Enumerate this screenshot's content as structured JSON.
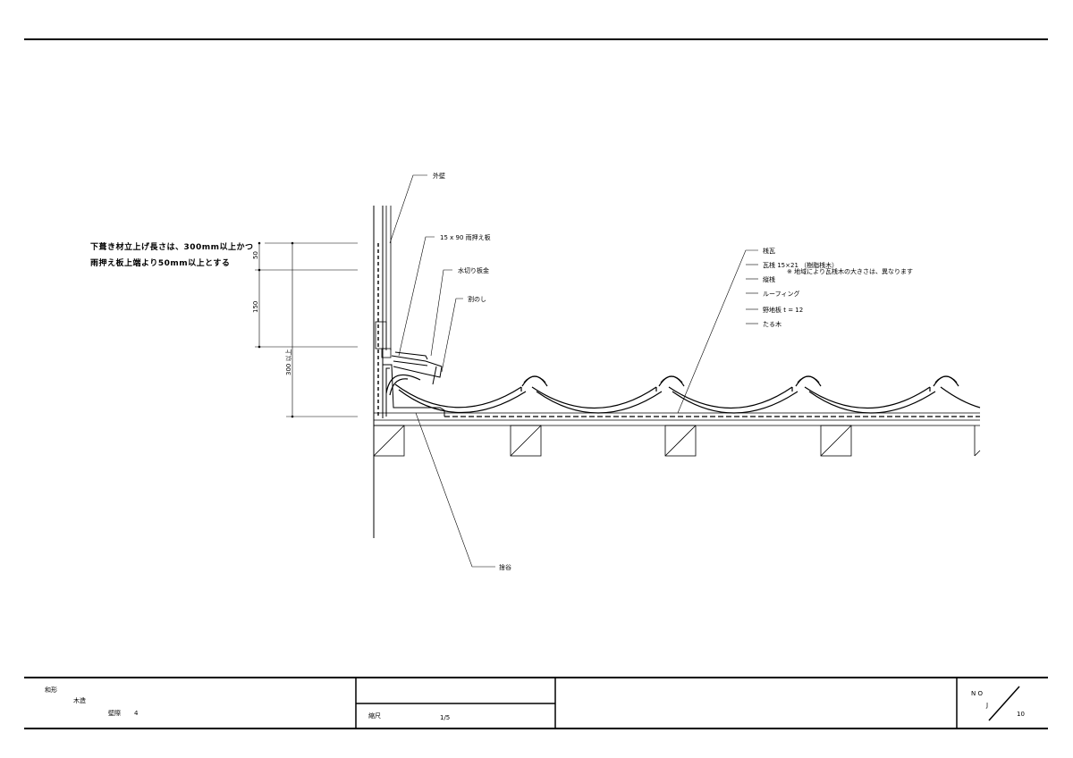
{
  "note": {
    "line1": "下葺き材立上げ長さは、300mm以上かつ",
    "line2": "雨押え板上端より50mm以上とする"
  },
  "dimensions": {
    "d50": "50",
    "d150": "150",
    "d300": "300 以上"
  },
  "labels": {
    "gaiheki": "外壁",
    "amaosae": "15 x 90  雨押え板",
    "mizukiri": "水切り板金",
    "wari_noshi": "割のし",
    "sutetani": "捨谷",
    "sangawara": "桟瓦",
    "kawarasan": "瓦桟     15×21   （樹脂桟木）",
    "kawarasan_note": "※  地域により瓦桟木の大きさは、異なります",
    "tatesan": "縦桟",
    "roofing": "ルーフィング",
    "nojiita": "野地板    t = 12",
    "taruki": "たる木"
  },
  "title_block": {
    "cat1": "和形",
    "cat2": "木造",
    "cat3": "壁際",
    "cat3_num": "4",
    "scale_label": "縮尺",
    "scale_value": "1/5",
    "no_label": "N O",
    "no_mark": "J",
    "no_value": "10"
  }
}
